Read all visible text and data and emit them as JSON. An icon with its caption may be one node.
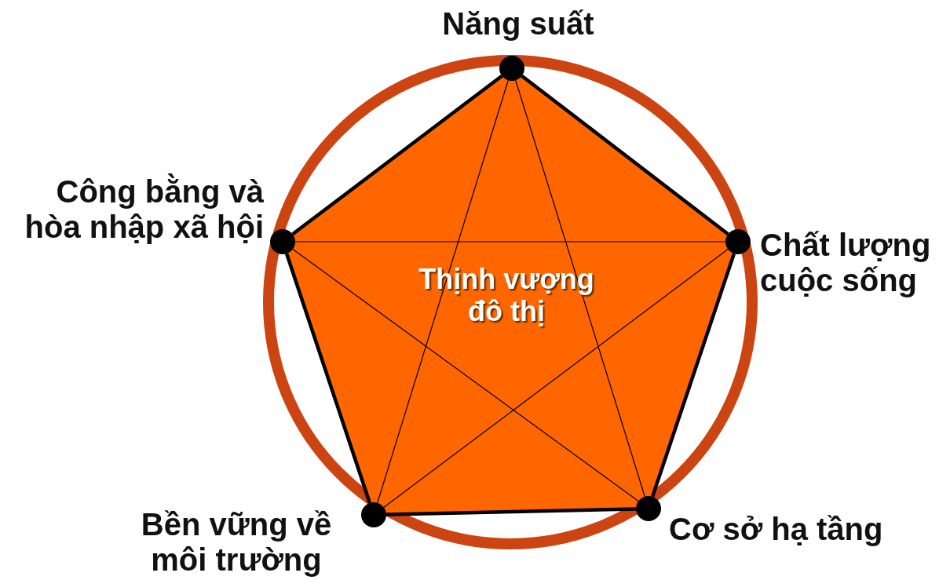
{
  "diagram": {
    "nodes": [
      {
        "text": [],
        "shape": "circle",
        "beside": [
          "Năng suất"
        ]
      },
      {
        "text": [],
        "shape": "circle",
        "beside": [
          "Chất lượng cuộc sống"
        ]
      },
      {
        "text": [],
        "shape": "circle",
        "beside": [
          "Cơ sở hạ tầng"
        ]
      },
      {
        "text": [],
        "shape": "circle",
        "beside": [
          "Bền vững về môi trường"
        ]
      },
      {
        "text": [],
        "shape": "circle",
        "beside": [
          "Công bằng và hòa nhập xã hội"
        ]
      }
    ],
    "edges": [
      {
        "from": 0,
        "to": 1,
        "arrow": "none",
        "style": "thick"
      },
      {
        "from": 1,
        "to": 2,
        "arrow": "none",
        "style": "thick"
      },
      {
        "from": 2,
        "to": 3,
        "arrow": "none",
        "style": "thick"
      },
      {
        "from": 3,
        "to": 4,
        "arrow": "none",
        "style": "thick"
      },
      {
        "from": 4,
        "to": 0,
        "arrow": "none",
        "style": "thick"
      },
      {
        "from": 0,
        "to": 2,
        "arrow": "none"
      },
      {
        "from": 0,
        "to": 3,
        "arrow": "none"
      },
      {
        "from": 1,
        "to": 3,
        "arrow": "none"
      },
      {
        "from": 1,
        "to": 4,
        "arrow": "none"
      },
      {
        "from": 2,
        "to": 4,
        "arrow": "none"
      }
    ],
    "labels": [
      "Thịnh vượng đô thị"
    ]
  }
}
